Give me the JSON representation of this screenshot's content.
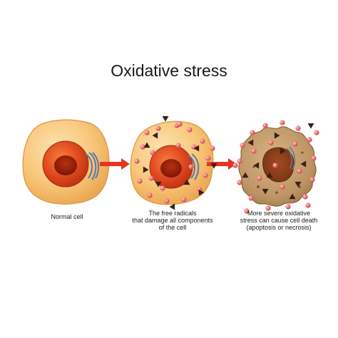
{
  "title": "Oxidative stress",
  "captions": {
    "normal": [
      "Normal cell"
    ],
    "radicals": [
      "The free radicals",
      "that damage all components",
      "of the cell"
    ],
    "death": [
      "More severe oxidative",
      "stress can cause cell death",
      "(apoptosis or necrosis)"
    ]
  },
  "colors": {
    "cytoplasm": "#f7c57a",
    "nucleus": "#e2451f",
    "nucleolus": "#8e1a08",
    "arrow": "#e63325",
    "radical": "#e8676a",
    "dead_cell": "#c29a68",
    "triangle": "#3a1f1a"
  }
}
